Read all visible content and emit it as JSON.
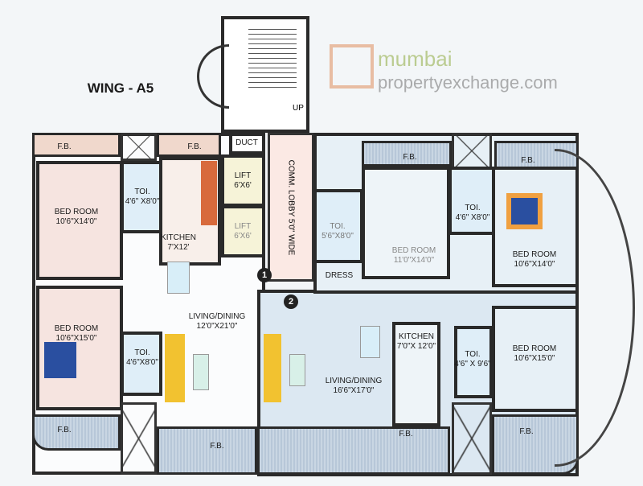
{
  "title": "WING - A5",
  "stair": {
    "up": "UP"
  },
  "rooms": {
    "duct": "DUCT",
    "lift1": {
      "name": "LIFT",
      "size": "6'X6'"
    },
    "lift2": {
      "name": "LIFT",
      "size": "6'X6'"
    },
    "lobby": "COMM. LOBBY 5'0\" WIDE",
    "left_bed_top": {
      "name": "BED ROOM",
      "size": "10'6\"X14'0\""
    },
    "left_toi_top": {
      "name": "TOI.",
      "size": "4'6\" X8'0\""
    },
    "left_kitchen": {
      "name": "KITCHEN",
      "size": "7'X12'"
    },
    "left_bed_bottom": {
      "name": "BED ROOM",
      "size": "10'6\"X15'0\""
    },
    "left_toi_bottom": {
      "name": "TOI.",
      "size": "4'6\"X8'0\""
    },
    "left_living": {
      "name": "LIVING/DINING",
      "size": "12'0\"X21'0\""
    },
    "right_toi_a": {
      "name": "TOI.",
      "size": "5'6\"X8'0\""
    },
    "right_bed_a": {
      "name": "BED ROOM",
      "size": "11'0\"X14'0\""
    },
    "right_toi_b": {
      "name": "TOI.",
      "size": "4'6\" X8'0\""
    },
    "right_bed_b": {
      "name": "BED ROOM",
      "size": "10'6\"X14'0\""
    },
    "dress": "DRESS",
    "right_living": {
      "name": "LIVING/DINING",
      "size": "16'6\"X17'0\""
    },
    "right_kitchen": {
      "name": "KITCHEN",
      "size": "7'0\"X 12'0\""
    },
    "right_toi_c": {
      "name": "TOI.",
      "size": "4'6\" X 9'6\""
    },
    "right_bed_c": {
      "name": "BED ROOM",
      "size": "10'6\"X15'0\""
    }
  },
  "fb": "F.B.",
  "markers": [
    "1",
    "2"
  ],
  "watermark": {
    "line1": "mumbai",
    "line2": "propertyexchange.com"
  }
}
